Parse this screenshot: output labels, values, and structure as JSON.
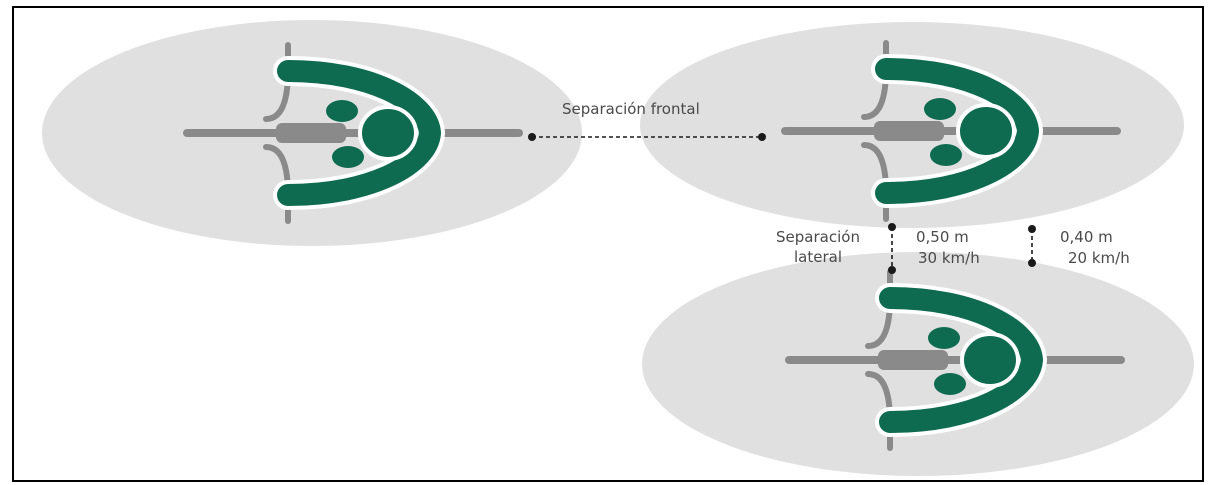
{
  "labels": {
    "frontal": "Separación frontal",
    "lateral_line1": "Separación",
    "lateral_line2": "lateral",
    "sep_a_distance": "0,50 m",
    "sep_a_speed": "30 km/h",
    "sep_b_distance": "0,40 m",
    "sep_b_speed": "20 km/h"
  },
  "colors": {
    "rider": "#0e6b4f",
    "bike": "#8a8a8a",
    "zone": "#e0e0e0",
    "line": "#1a1a1a"
  },
  "icons": [
    "cyclist-icon",
    "cyclist-icon",
    "cyclist-icon"
  ]
}
